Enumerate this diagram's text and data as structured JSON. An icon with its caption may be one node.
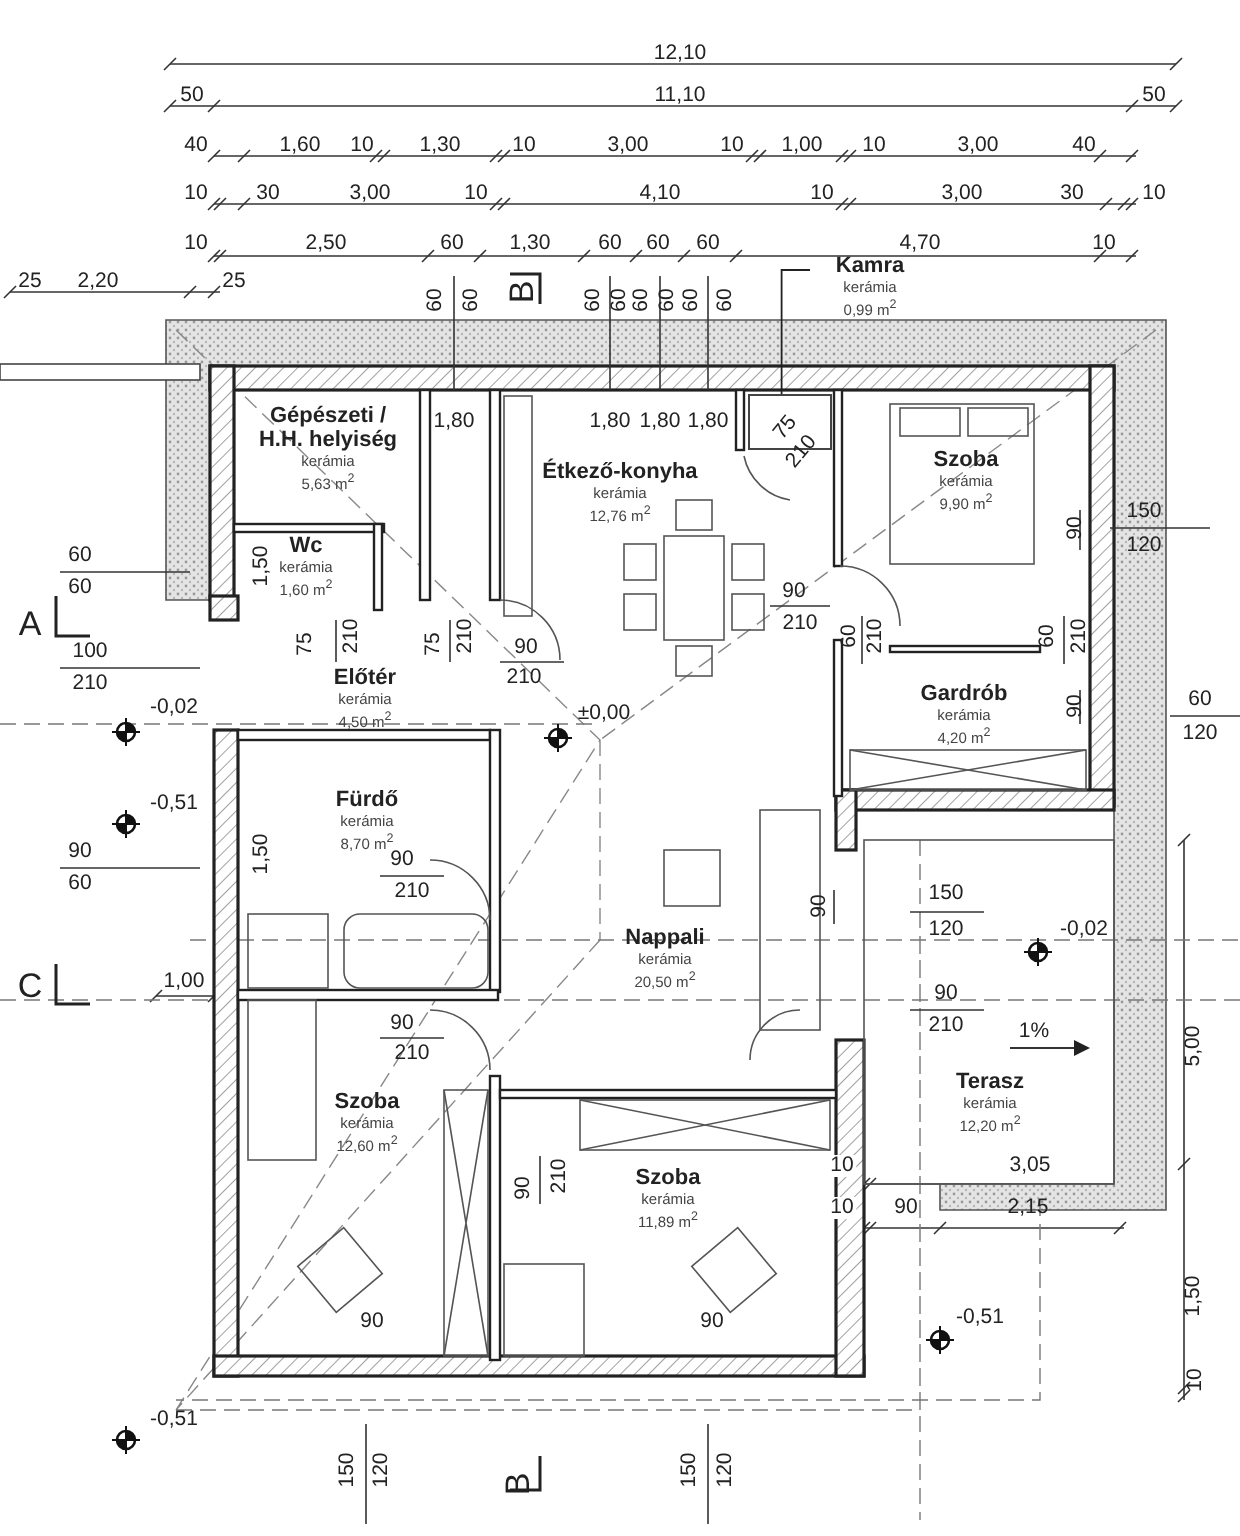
{
  "diagram": {
    "nodes": [
      {
        "text": [
          "Kamra",
          "kerámia",
          "0,99 m$^{2}$"
        ]
      },
      {
        "text": [],
        "shape": "box"
      },
      {
        "text": [
          "Gépészeti / H.H. helyiség",
          "kerámia",
          "5,63 m$^{2}$"
        ]
      },
      {
        "text": [
          "Étkező-konyha",
          "kerámia",
          "12,76 m$^{2}$"
        ]
      },
      {
        "text": [
          "Szoba",
          "kerámia",
          "9,90 m$^{2}$"
        ]
      },
      {
        "text": [
          "Wc",
          "kerámia",
          "1,60 m$^{2}$"
        ]
      },
      {
        "text": [
          "Előtér",
          "kerámia",
          "4,50 m$^{2}$"
        ]
      },
      {
        "text": [
          "Gardrób",
          "kerámia",
          "4,20 m$^{2}$"
        ]
      },
      {
        "text": [
          "Fürdő",
          "kerámia",
          "8,70 m$^{2}$"
        ]
      },
      {
        "text": [
          "Nappali",
          "kerámia",
          "20,50 m$^{2}$"
        ]
      },
      {
        "text": [
          "Terasz",
          "kerámia",
          "12,20 m$^{2}$"
        ]
      },
      {
        "text": [
          "Szoba",
          "kerámia",
          "12,60 m$^{2}$"
        ]
      },
      {
        "text": [
          "Szoba",
          "kerámia",
          "11,89 m$^{2}$"
        ]
      }
    ],
    "edges": [
      {
        "from": 0,
        "to": 1,
        "arrow": "none"
      }
    ],
    "labels": [
      "12,10",
      "50",
      "11,10",
      "50",
      "40",
      "1,60",
      "10",
      "1,30",
      "10",
      "3,00",
      "10",
      "1,00",
      "10",
      "3,00",
      "40",
      "10",
      "30",
      "3,00",
      "10",
      "4,10",
      "10",
      "3,00",
      "30",
      "10",
      "10",
      "2,50",
      "60",
      "1,30",
      "60",
      "60",
      "60",
      "4,70",
      "10",
      "25",
      "2,20",
      "25",
      "60",
      "60",
      "B",
      "60",
      "60",
      "60",
      "60",
      "60",
      "60",
      "1,80",
      "1,80",
      "1,80",
      "1,80",
      "75",
      "210",
      "90",
      "150",
      "120",
      "60",
      "60",
      "1,50",
      "A",
      "90",
      "210",
      "100",
      "75",
      "210",
      "75",
      "210",
      "90",
      "210",
      "210",
      "60",
      "210",
      "60",
      "210",
      "90",
      "60",
      "120",
      "-0,02",
      "±0,00",
      "-0,51",
      "90",
      "60",
      "1,50",
      "90",
      "210",
      "90",
      "150",
      "120",
      "-0,02",
      "C",
      "1,00",
      "90",
      "210",
      "1%",
      "5,00",
      "90",
      "210",
      "90",
      "210",
      "10",
      "3,05",
      "10",
      "90",
      "2,15",
      "1,50",
      "90",
      "90",
      "-0,51",
      "10",
      "-0,51",
      "150",
      "120",
      "B",
      "150",
      "120"
    ]
  }
}
